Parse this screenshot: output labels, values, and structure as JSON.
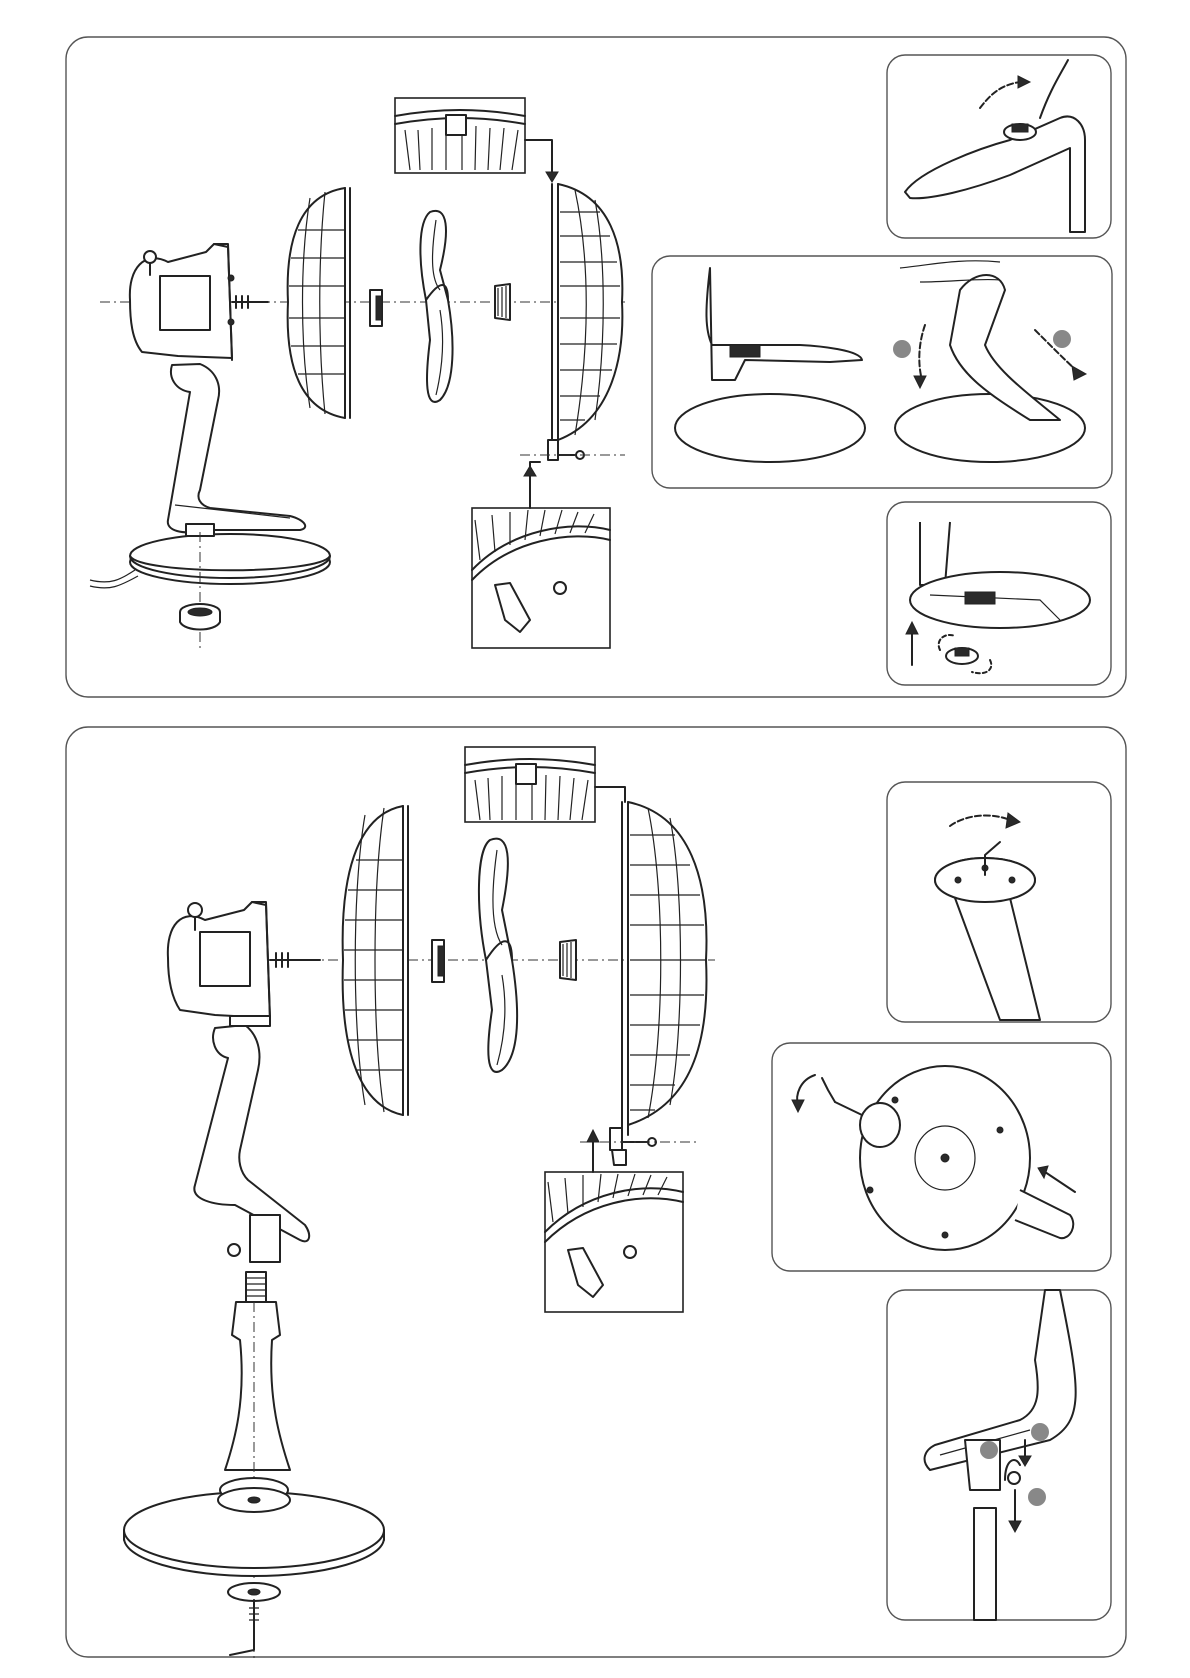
{
  "page": {
    "theme": {
      "line": "#222222",
      "marker": "#888888",
      "frame": "#555555",
      "background": "#ffffff"
    }
  },
  "panels": [
    {
      "id": "desk-fan-assembly",
      "main_view": [
        "motor-housing",
        "rear-guard",
        "spinner-nut",
        "fan-blade",
        "blade-cap",
        "front-guard",
        "base",
        "base-knob"
      ],
      "detail_insets": [
        "guard-top-clip-detail",
        "guard-bottom-latch-detail"
      ],
      "steps": [
        {
          "icon": "tighten-knob-icon",
          "markers": 0
        },
        {
          "icon": "fold-stand-icon",
          "markers": 2
        },
        {
          "icon": "fix-base-knob-icon",
          "markers": 0
        }
      ]
    },
    {
      "id": "pedestal-fan-assembly",
      "main_view": [
        "motor-housing",
        "rear-guard",
        "spinner-nut",
        "fan-blade",
        "blade-cap",
        "front-guard",
        "pole",
        "round-base",
        "base-screw"
      ],
      "detail_insets": [
        "guard-top-clip-detail",
        "guard-bottom-latch-detail"
      ],
      "steps": [
        {
          "icon": "screw-pole-icon",
          "markers": 0
        },
        {
          "icon": "attach-base-plate-icon",
          "markers": 0
        },
        {
          "icon": "insert-pole-icon",
          "markers": 3
        }
      ]
    }
  ]
}
